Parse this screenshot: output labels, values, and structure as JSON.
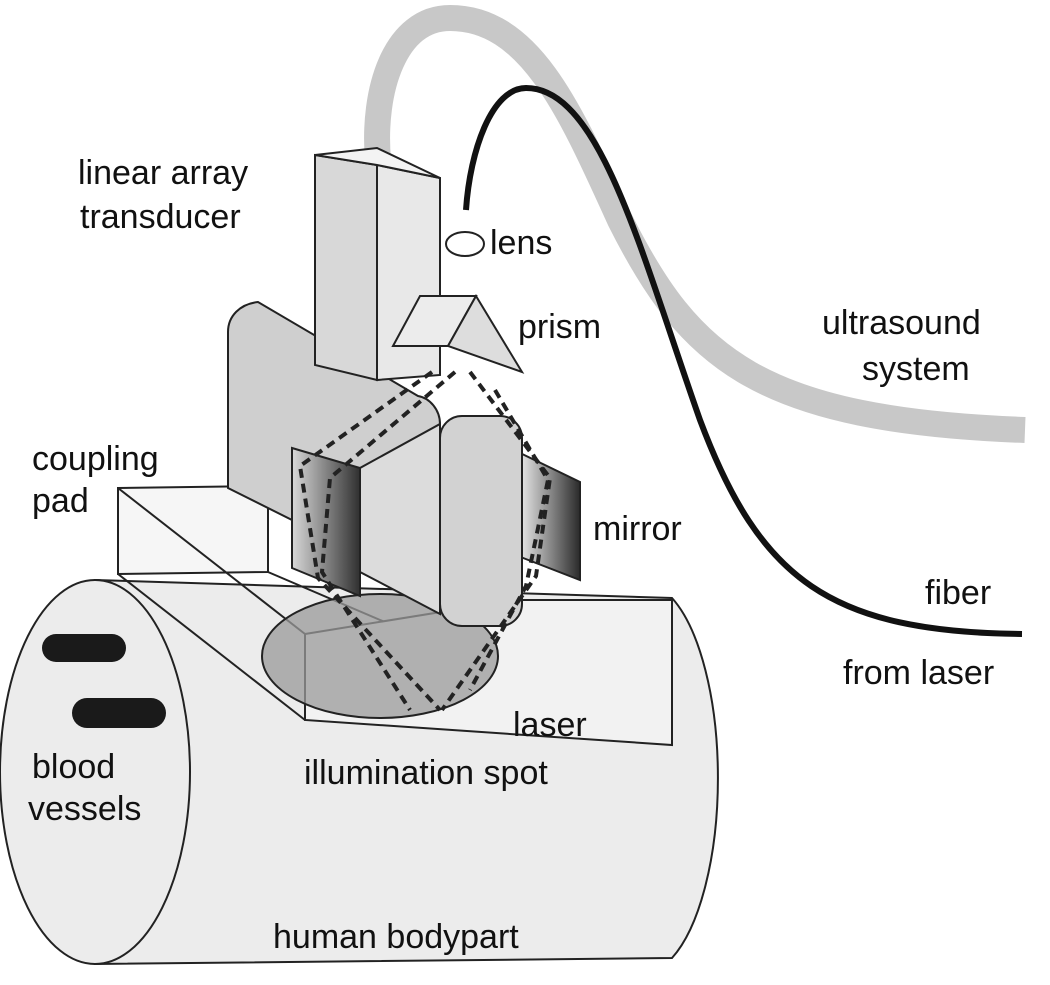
{
  "labels": {
    "transducer_1": "linear array",
    "transducer_2": "transducer",
    "lens": "lens",
    "prism": "prism",
    "ultrasound_1": "ultrasound",
    "ultrasound_2": "system",
    "coupling_1": "coupling",
    "coupling_2": "pad",
    "mirror": "mirror",
    "fiber": "fiber",
    "from_laser": "from laser",
    "laser": "laser",
    "illumination": "illumination spot",
    "blood_1": "blood",
    "blood_2": "vessels",
    "bodypart": "human bodypart"
  }
}
